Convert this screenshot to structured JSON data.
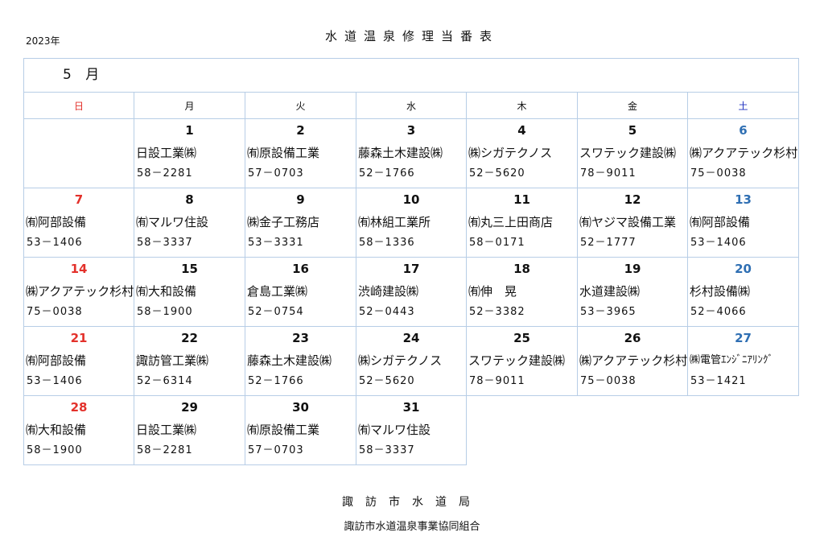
{
  "header": {
    "year": "2023年",
    "title": "水道温泉修理当番表"
  },
  "month": "5 月",
  "weekdays": [
    "日",
    "月",
    "火",
    "水",
    "木",
    "金",
    "土"
  ],
  "colors": {
    "sunday": "#e3312b",
    "saturday_label": "#1d2fbf",
    "saturday_date": "#2f6fb3",
    "border": "#b7cde6"
  },
  "weeks": [
    [
      {
        "day": "",
        "name": "",
        "phone": ""
      },
      {
        "day": "1",
        "name": "日設工業㈱",
        "phone": "58－2281"
      },
      {
        "day": "2",
        "name": "㈲原設備工業",
        "phone": "57－0703"
      },
      {
        "day": "3",
        "name": "藤森土木建設㈱",
        "phone": "52－1766"
      },
      {
        "day": "4",
        "name": "㈱シガテクノス",
        "phone": "52－5620"
      },
      {
        "day": "5",
        "name": "スワテック建設㈱",
        "phone": "78－9011"
      },
      {
        "day": "6",
        "name": "㈱アクアテック杉村",
        "phone": "75－0038"
      }
    ],
    [
      {
        "day": "7",
        "name": "㈲阿部設備",
        "phone": "53－1406"
      },
      {
        "day": "8",
        "name": "㈲マルワ住設",
        "phone": "58－3337"
      },
      {
        "day": "9",
        "name": "㈱金子工務店",
        "phone": "53－3331"
      },
      {
        "day": "10",
        "name": "㈲林組工業所",
        "phone": "58－1336"
      },
      {
        "day": "11",
        "name": "㈲丸三上田商店",
        "phone": "58－0171"
      },
      {
        "day": "12",
        "name": "㈲ヤジマ設備工業",
        "phone": "52－1777"
      },
      {
        "day": "13",
        "name": "㈲阿部設備",
        "phone": "53－1406"
      }
    ],
    [
      {
        "day": "14",
        "name": "㈱アクアテック杉村",
        "phone": "75－0038"
      },
      {
        "day": "15",
        "name": "㈲大和設備",
        "phone": "58－1900"
      },
      {
        "day": "16",
        "name": "倉島工業㈱",
        "phone": "52－0754"
      },
      {
        "day": "17",
        "name": "渋崎建設㈱",
        "phone": "52－0443"
      },
      {
        "day": "18",
        "name": "㈲伸　晃",
        "phone": "52－3382"
      },
      {
        "day": "19",
        "name": "水道建設㈱",
        "phone": "53－3965"
      },
      {
        "day": "20",
        "name": "杉村設備㈱",
        "phone": "52－4066"
      }
    ],
    [
      {
        "day": "21",
        "name": "㈲阿部設備",
        "phone": "53－1406"
      },
      {
        "day": "22",
        "name": "諏訪管工業㈱",
        "phone": "52－6314"
      },
      {
        "day": "23",
        "name": "藤森土木建設㈱",
        "phone": "52－1766"
      },
      {
        "day": "24",
        "name": "㈱シガテクノス",
        "phone": "52－5620"
      },
      {
        "day": "25",
        "name": "スワテック建設㈱",
        "phone": "78－9011"
      },
      {
        "day": "26",
        "name": "㈱アクアテック杉村",
        "phone": "75－0038"
      },
      {
        "day": "27",
        "name": "㈱電管ｴﾝｼﾞﾆｱﾘﾝｸﾞ",
        "phone": "53－1421"
      }
    ],
    [
      {
        "day": "28",
        "name": "㈲大和設備",
        "phone": "58－1900"
      },
      {
        "day": "29",
        "name": "日設工業㈱",
        "phone": "58－2281"
      },
      {
        "day": "30",
        "name": "㈲原設備工業",
        "phone": "57－0703"
      },
      {
        "day": "31",
        "name": "㈲マルワ住設",
        "phone": "58－3337"
      }
    ]
  ],
  "footer": {
    "office": "諏訪市水道局",
    "union": "諏訪市水道温泉事業協同組合"
  }
}
